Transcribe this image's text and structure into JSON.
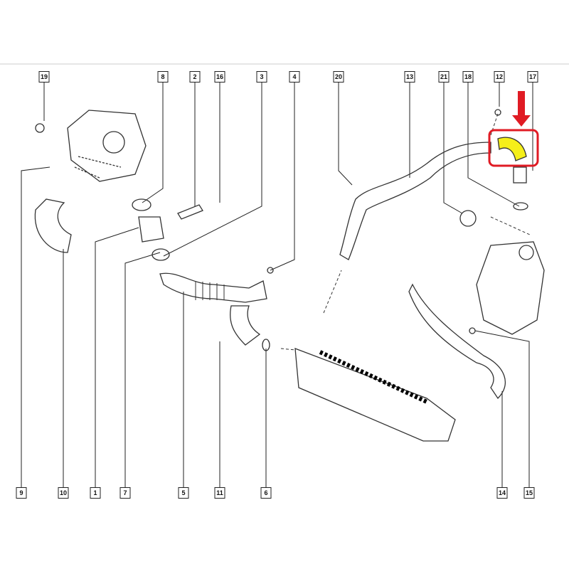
{
  "diagram": {
    "title": "Turbo / intercooler air ducting exploded view",
    "highlight_color": "#e01b24",
    "highlight_fill": "#f5ef1a",
    "highlighted_part": "17",
    "top_labels": [
      "19",
      "8",
      "2",
      "16",
      "3",
      "4",
      "20",
      "13",
      "21",
      "18",
      "12",
      "17"
    ],
    "bottom_labels": [
      "9",
      "10",
      "1",
      "7",
      "5",
      "11",
      "6",
      "14",
      "15"
    ]
  }
}
